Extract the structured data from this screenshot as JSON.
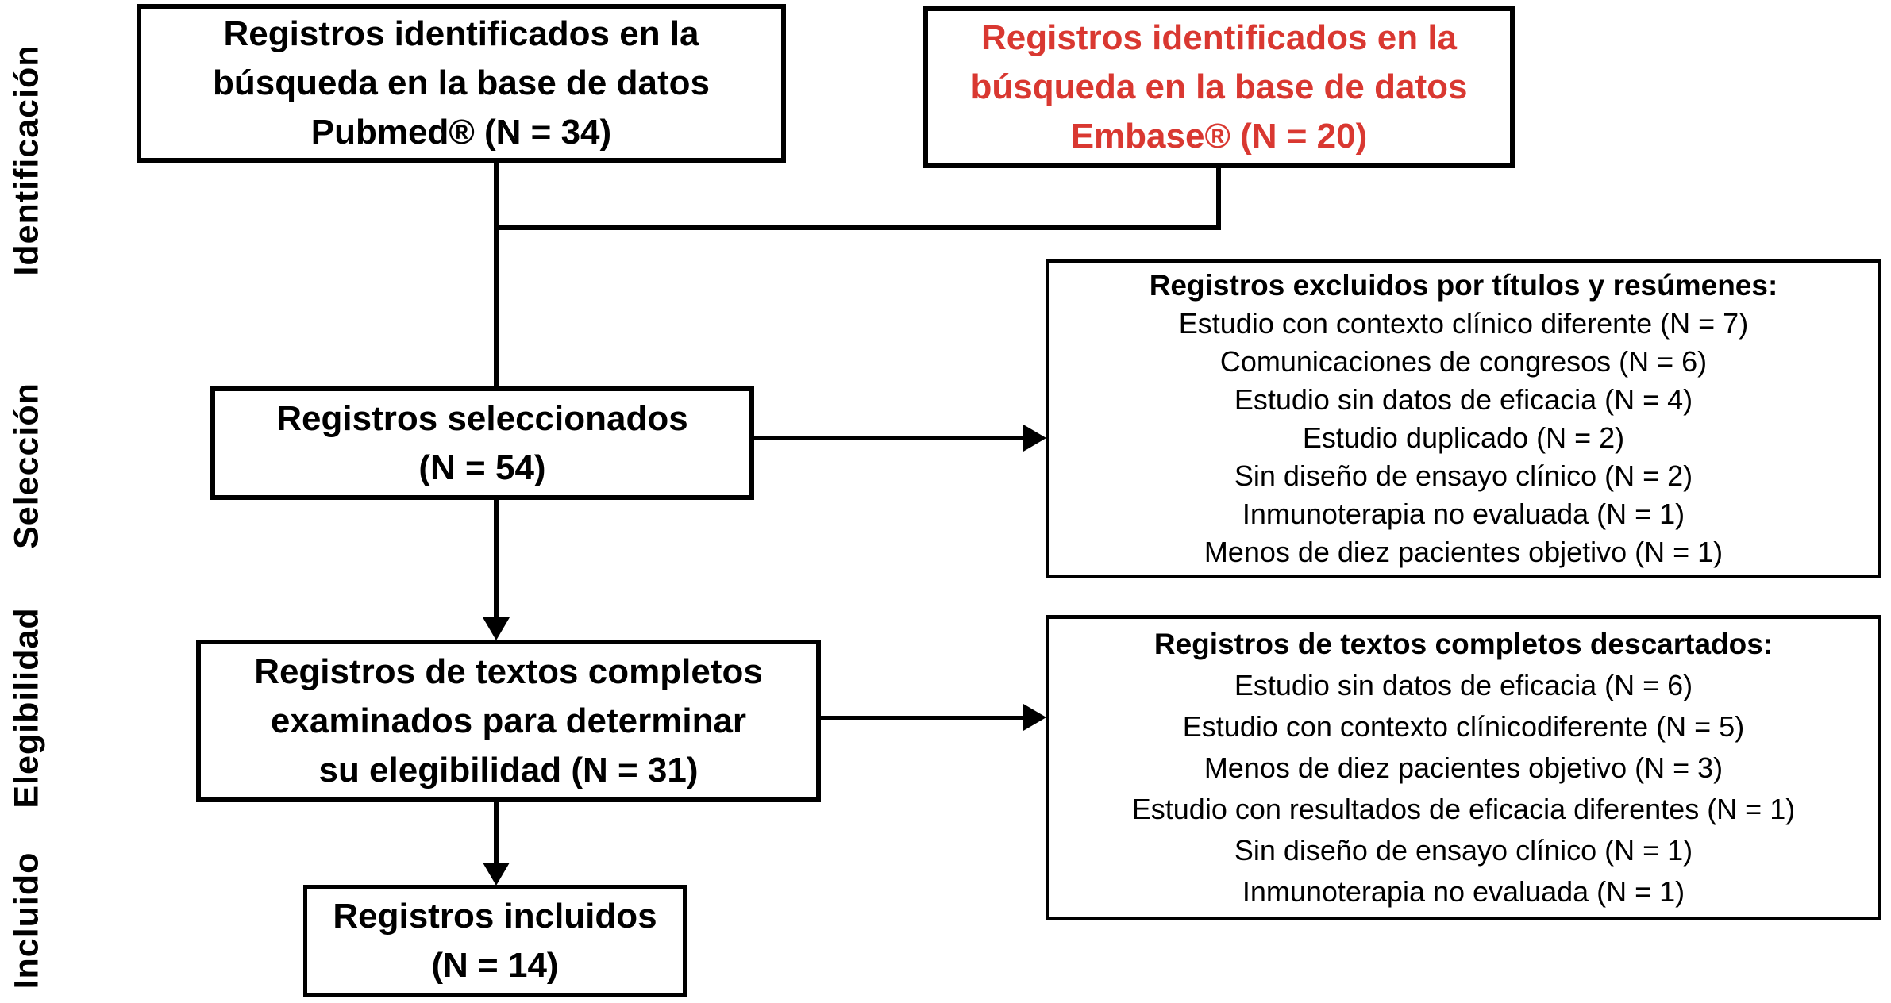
{
  "colors": {
    "ink": "#000000",
    "background": "#ffffff",
    "embase_text": "#d93831"
  },
  "stages": [
    {
      "id": "identificacion",
      "label": "Identificación"
    },
    {
      "id": "seleccion",
      "label": "Selección"
    },
    {
      "id": "elegibilidad",
      "label": "Elegibilidad"
    },
    {
      "id": "incluido",
      "label": "Incluido"
    }
  ],
  "boxes": {
    "pubmed": {
      "lines": [
        "Registros identificados en la",
        "búsqueda en la base de datos",
        "Pubmed® (N = 34)"
      ],
      "count": 34
    },
    "embase": {
      "lines": [
        "Registros identificados en la",
        "búsqueda en la base de datos",
        "Embase® (N = 20)"
      ],
      "count": 20,
      "text_color": "#d93831"
    },
    "selected": {
      "lines": [
        "Registros seleccionados",
        "(N = 54)"
      ],
      "count": 54
    },
    "excluded_titles": {
      "heading": "Registros excluidos por títulos y resúmenes:",
      "items": [
        "Estudio con contexto clínico diferente (N = 7)",
        "Comunicaciones de congresos (N = 6)",
        "Estudio sin datos de eficacia (N = 4)",
        "Estudio duplicado (N = 2)",
        "Sin diseño de ensayo clínico (N = 2)",
        "Inmunoterapia no evaluada (N = 1)",
        "Menos de diez pacientes objetivo (N = 1)"
      ]
    },
    "eligibility": {
      "lines": [
        "Registros de textos completos",
        "examinados para determinar",
        "su elegibilidad (N = 31)"
      ],
      "count": 31
    },
    "fulltext_discarded": {
      "heading": "Registros de textos completos descartados:",
      "items": [
        "Estudio sin datos de eficacia (N = 6)",
        "Estudio con contexto clínicodiferente (N = 5)",
        "Menos de diez pacientes objetivo (N = 3)",
        "Estudio con resultados de eficacia diferentes (N = 1)",
        "Sin diseño de ensayo clínico (N = 1)",
        "Inmunoterapia no evaluada (N = 1)"
      ]
    },
    "included": {
      "lines": [
        "Registros incluidos",
        "(N = 14)"
      ],
      "count": 14
    }
  }
}
